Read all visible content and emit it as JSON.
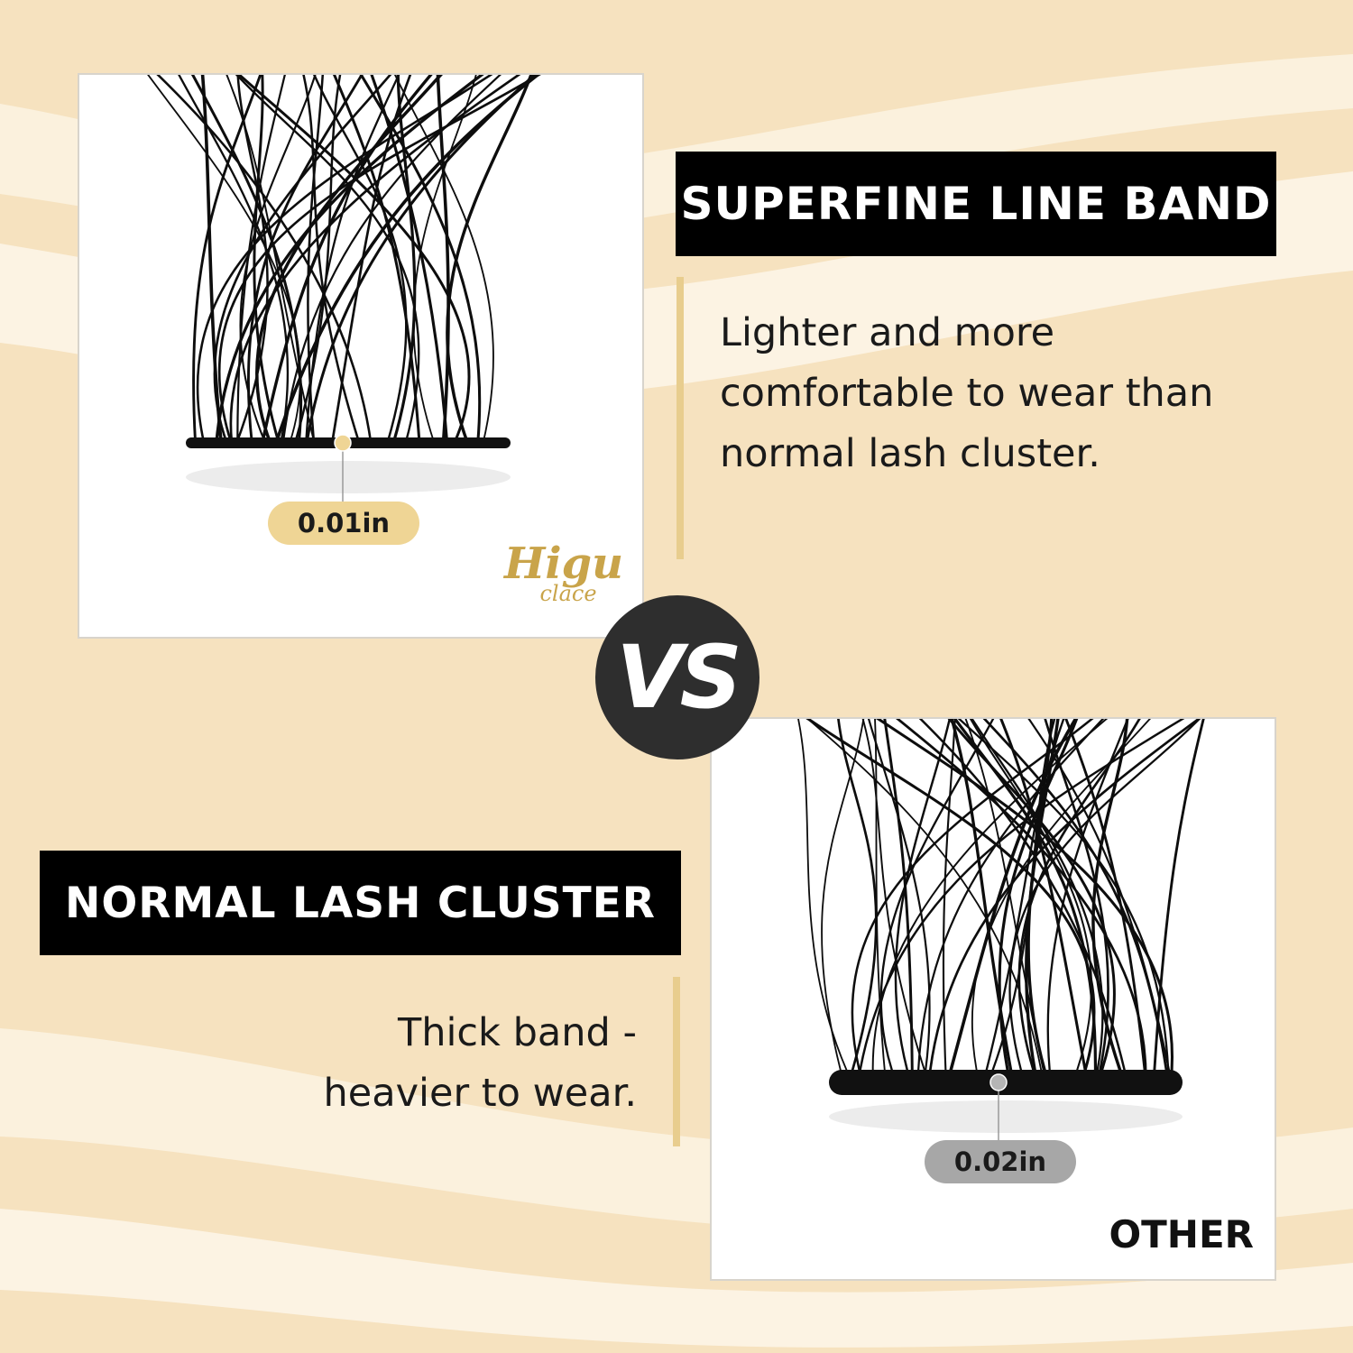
{
  "colors": {
    "background": "#f6e2bf",
    "wave": "#fbf1dd",
    "accent_gold": "#e8cd8e",
    "pill_top": "#efd595",
    "pill_bottom": "#a7a7a7",
    "title_bg": "#000000",
    "vs_badge": "#2e2e2e",
    "logo": "#c9a44a"
  },
  "top_panel": {
    "title": "SUPERFINE LINE BAND",
    "description": "Lighter and more comfortable to wear than normal lash cluster.",
    "measurement": "0.01in",
    "logo_main": "Higu",
    "logo_sub": "clace"
  },
  "vs_badge": {
    "label": "VS"
  },
  "bottom_panel": {
    "title": "NORMAL LASH CLUSTER",
    "description": "Thick band - heavier to wear.",
    "measurement": "0.02in",
    "label": "OTHER"
  },
  "icons": [
    "lash-cluster-thin-icon",
    "lash-cluster-thick-icon",
    "vs-badge-icon",
    "brand-logo"
  ]
}
